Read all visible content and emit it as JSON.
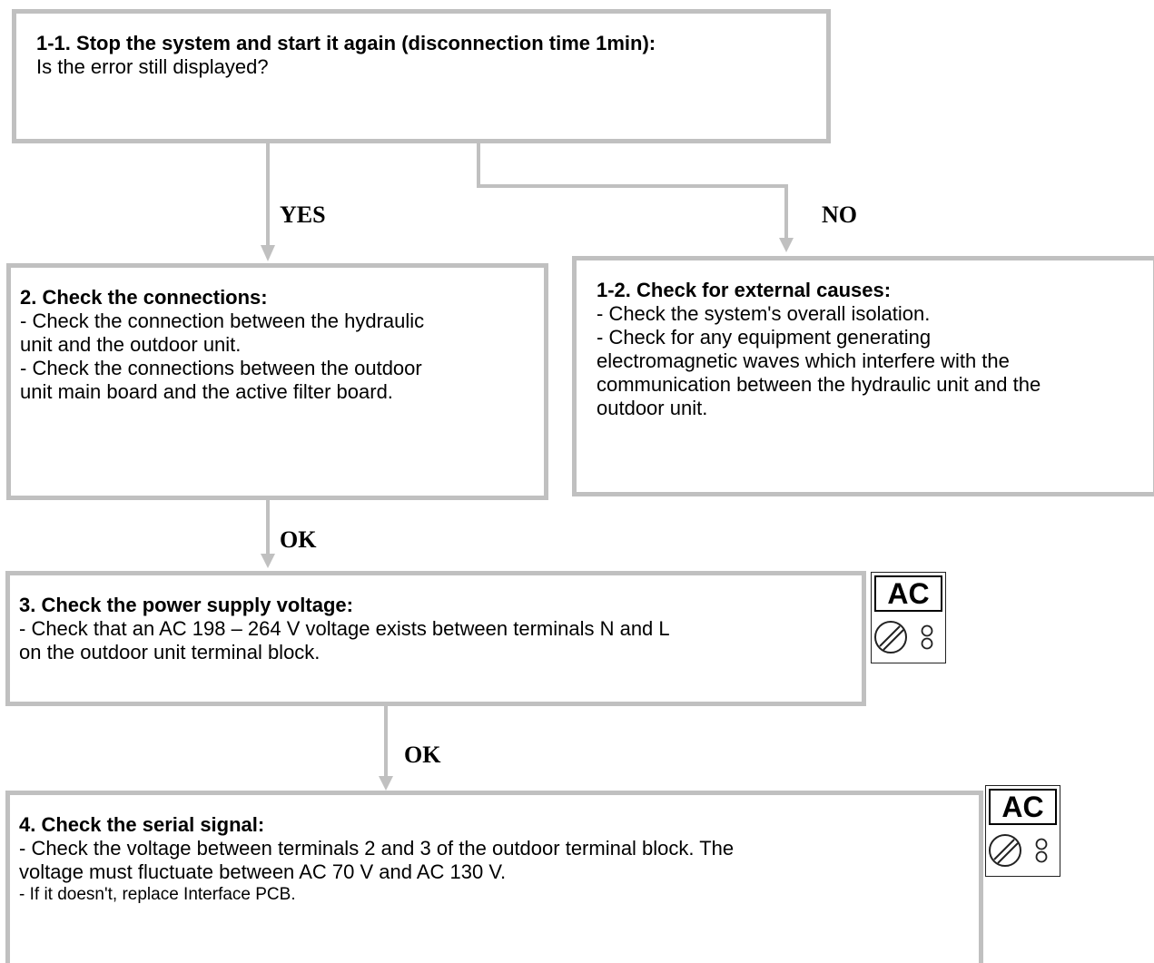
{
  "steps": {
    "s1_1": {
      "title": "1-1. Stop the system and start it again (disconnection time 1min):",
      "lines": [
        "Is the error still displayed?"
      ]
    },
    "s2": {
      "title": "2. Check the connections:",
      "lines": [
        "- Check the connection between the hydraulic",
        "unit and the outdoor unit.",
        "- Check the connections between the outdoor",
        "unit main board and the active filter board."
      ]
    },
    "s1_2": {
      "title": "1-2. Check for external causes:",
      "lines": [
        "- Check the system's overall isolation.",
        "- Check for any equipment generating",
        "electromagnetic waves which interfere with the",
        "communication between the hydraulic unit and the",
        "outdoor unit."
      ]
    },
    "s3": {
      "title": "3. Check the power supply voltage:",
      "lines": [
        "- Check that an AC 198 – 264 V voltage exists between terminals N and L",
        "on the outdoor unit terminal block."
      ]
    },
    "s4": {
      "title": "4. Check the serial signal:",
      "lines": [
        "- Check the voltage between terminals 2 and 3 of the outdoor terminal block. The",
        "voltage must fluctuate between AC 70 V and AC 130 V.",
        "- If it doesn't, replace Interface PCB."
      ]
    }
  },
  "labels": {
    "yes": "YES",
    "no": "NO",
    "ok1": "OK",
    "ok2": "OK"
  },
  "meters": {
    "m1": {
      "label": "AC",
      "icon": "multimeter-icon"
    },
    "m2": {
      "label": "AC",
      "icon": "multimeter-icon"
    }
  },
  "colors": {
    "box_border": "#c0c0c0",
    "arrow": "#c0c0c0"
  }
}
